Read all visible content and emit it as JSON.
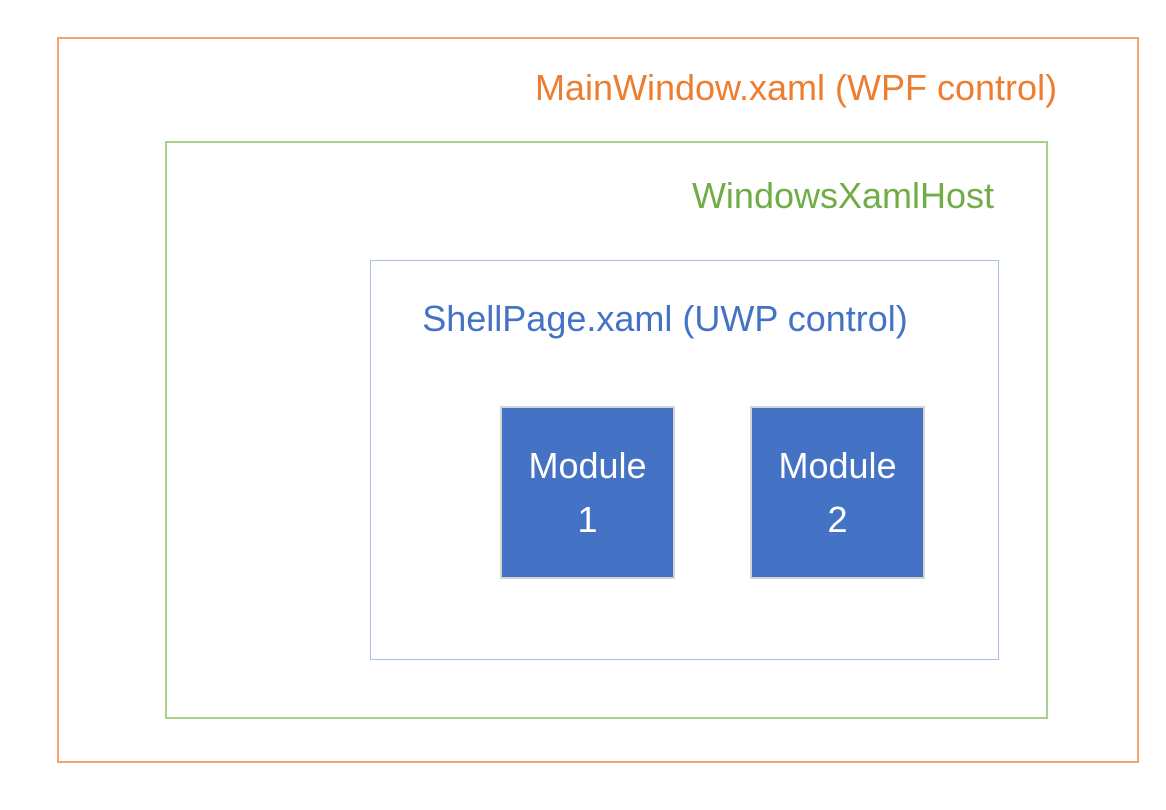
{
  "diagram": {
    "title": "MainWindow.xaml (WPF control)",
    "outer_box": {
      "label": "MainWindow.xaml (WPF control)",
      "text_color": "#ED7D31",
      "border_color": "#F2A572"
    },
    "host_box": {
      "label": "WindowsXamlHost",
      "text_color": "#70AD47",
      "border_color": "#A9D18E"
    },
    "shell_box": {
      "label": "ShellPage.xaml (UWP control)",
      "text_color": "#4472C4",
      "border_color": "#A8C0E8"
    },
    "modules": [
      {
        "line1": "Module",
        "line2": "1",
        "fill_color": "#4472C4",
        "text_color": "#FFFFFF"
      },
      {
        "line1": "Module",
        "line2": "2",
        "fill_color": "#4472C4",
        "text_color": "#FFFFFF"
      }
    ]
  }
}
